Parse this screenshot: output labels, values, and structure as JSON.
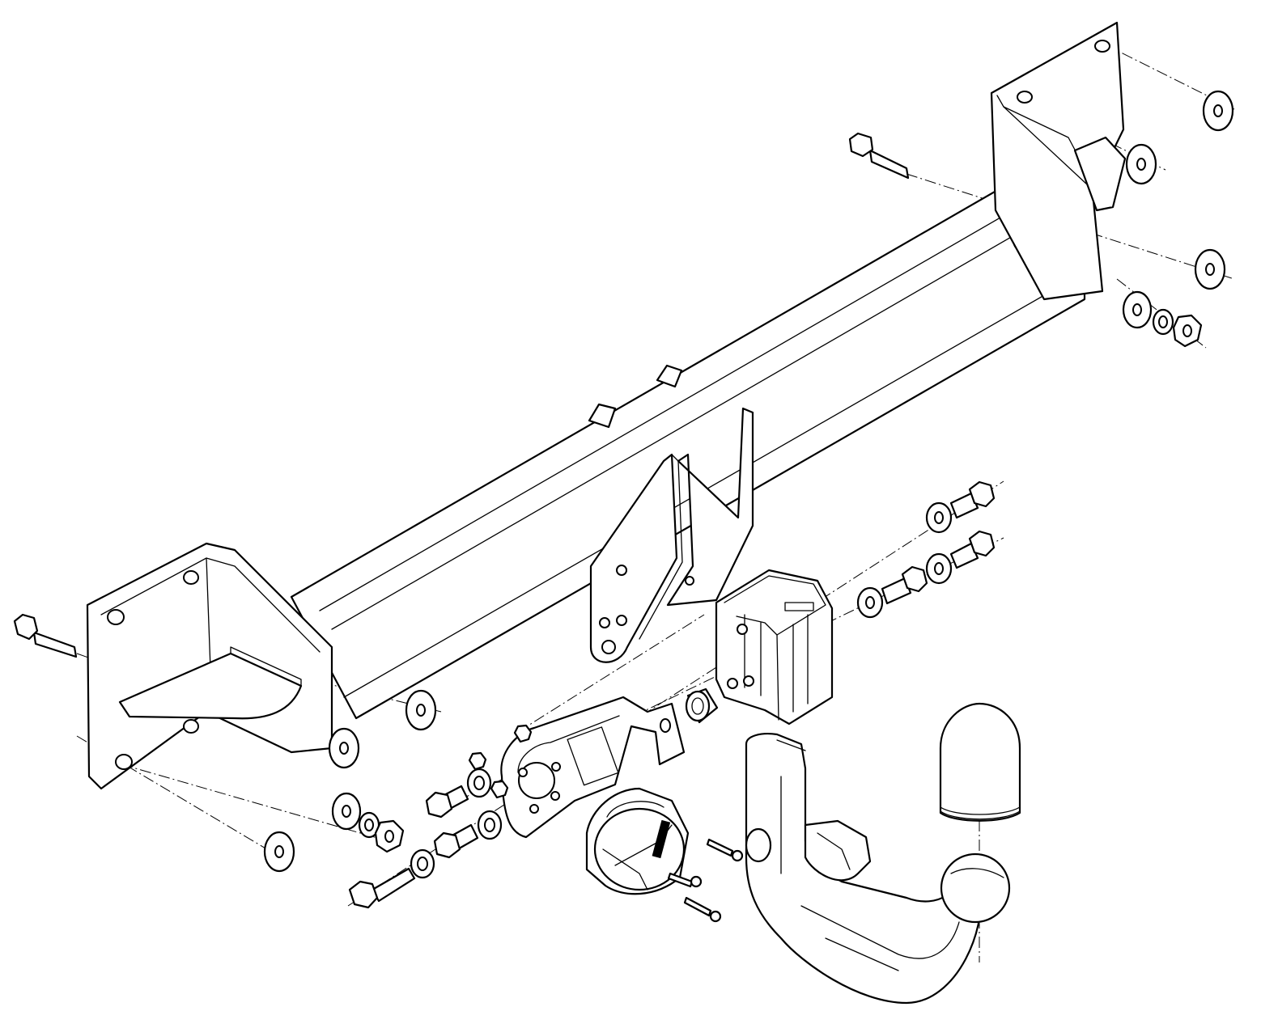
{
  "drawing": {
    "type": "exploded-assembly-line-drawing",
    "background_color": "#ffffff",
    "line_color": "#000000",
    "parts": [
      "crossbar",
      "left-mounting-plate",
      "right-mounting-plate",
      "center-support-bracket",
      "towball-receiver-socket",
      "detachable-tow-ball-neck",
      "tow-ball-cover-cap",
      "electrical-socket-plate",
      "electrical-socket",
      "spacer-sleeve",
      "hex-bolts",
      "washers",
      "spring-washers",
      "hex-nuts"
    ]
  }
}
